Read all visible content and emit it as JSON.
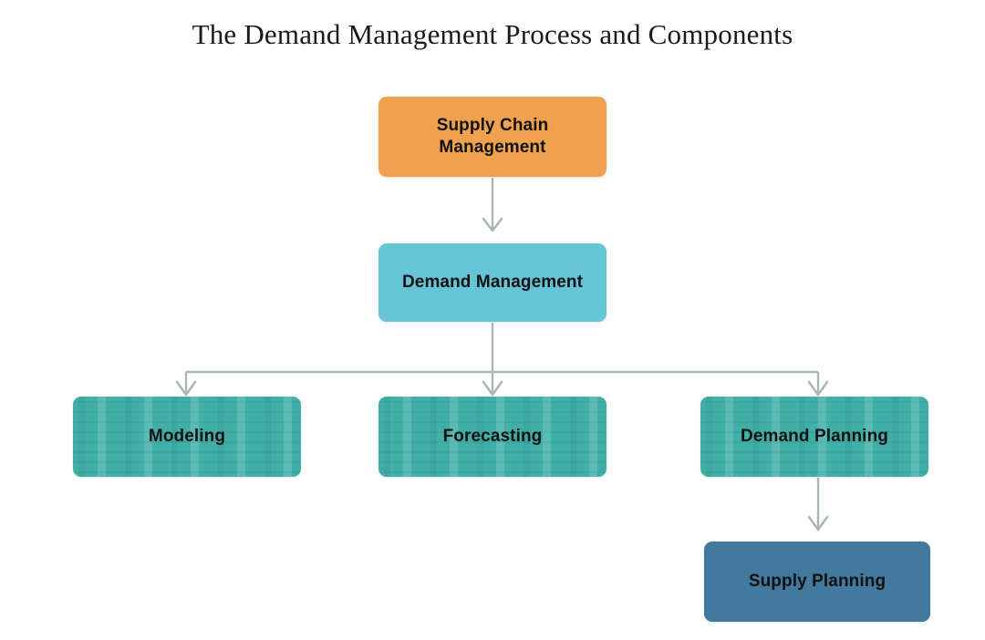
{
  "title": "The Demand Management Process and Components",
  "colors": {
    "background": "#ffffff",
    "title_text": "#1a1a1a",
    "node_text": "#111111",
    "supply_chain_management": "#F0A14E",
    "demand_management": "#66C4D7",
    "tier_three_teal": "#41AFA8",
    "supply_planning": "#43799F",
    "connector": "#A9B6B6"
  },
  "nodes": {
    "supply_chain_management": {
      "label": "Supply Chain\nManagement",
      "color": "#F0A14E"
    },
    "demand_management": {
      "label": "Demand Management",
      "color": "#66C4D7"
    },
    "modeling": {
      "label": "Modeling",
      "color": "#41AFA8"
    },
    "forecasting": {
      "label": "Forecasting",
      "color": "#41AFA8"
    },
    "demand_planning": {
      "label": "Demand Planning",
      "color": "#41AFA8"
    },
    "supply_planning": {
      "label": "Supply Planning",
      "color": "#43799F"
    }
  },
  "connectors": [
    {
      "name": "supply-chain-to-demand-management",
      "from": "supply_chain_management",
      "to": "demand_management",
      "style": "straight-arrow-down"
    },
    {
      "name": "demand-management-to-modeling",
      "from": "demand_management",
      "to": "modeling",
      "style": "elbow-arrow-down-left"
    },
    {
      "name": "demand-management-to-forecasting",
      "from": "demand_management",
      "to": "forecasting",
      "style": "straight-arrow-down"
    },
    {
      "name": "demand-management-to-demand-planning",
      "from": "demand_management",
      "to": "demand_planning",
      "style": "elbow-arrow-down-right"
    },
    {
      "name": "demand-planning-to-supply-planning",
      "from": "demand_planning",
      "to": "supply_planning",
      "style": "straight-arrow-down"
    }
  ]
}
